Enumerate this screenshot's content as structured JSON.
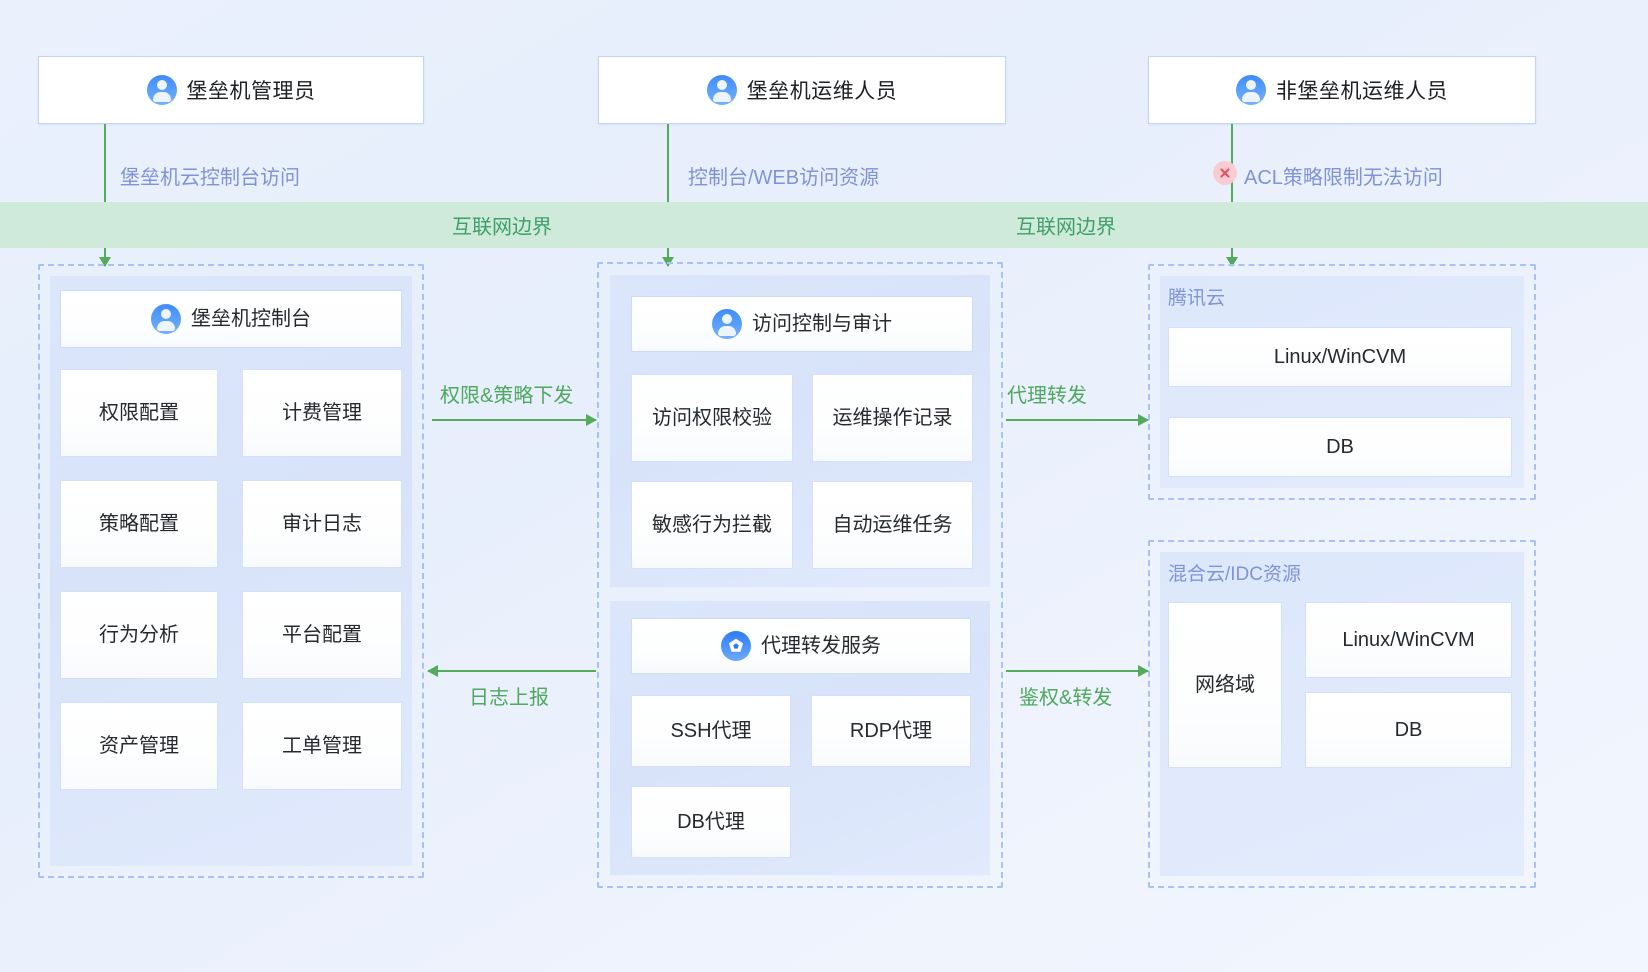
{
  "actors": [
    {
      "id": "admin",
      "label": "堡垒机管理员",
      "icon": "user-avatar-icon"
    },
    {
      "id": "bastion-ops",
      "label": "堡垒机运维人员",
      "icon": "user-avatar-icon"
    },
    {
      "id": "non-bastion",
      "label": "非堡垒机运维人员",
      "icon": "user-avatar-icon"
    }
  ],
  "top_flows": [
    {
      "id": "admin-flow",
      "label": "堡垒机云控制台访问",
      "blocked": false
    },
    {
      "id": "ops-flow",
      "label": "控制台/WEB访问资源",
      "blocked": false
    },
    {
      "id": "non-bastion-flow",
      "label": "ACL策略限制无法访问",
      "blocked": true,
      "badge_icon": "blocked-x-icon"
    }
  ],
  "boundary": {
    "label_left": "互联网边界",
    "label_right": "互联网边界",
    "color": "#cfeadb",
    "text_color": "#3f9e69"
  },
  "left_zone": {
    "header": {
      "label": "堡垒机控制台",
      "icon": "user-avatar-icon"
    },
    "cards": [
      "权限配置",
      "计费管理",
      "策略配置",
      "审计日志",
      "行为分析",
      "平台配置",
      "资产管理",
      "工单管理"
    ]
  },
  "middle_zone": {
    "group_a": {
      "header": {
        "label": "访问控制与审计",
        "icon": "user-avatar-icon"
      },
      "cards": [
        "访问权限校验",
        "运维操作记录",
        "敏感行为拦截",
        "自动运维任务"
      ]
    },
    "group_b": {
      "header": {
        "label": "代理转发服务",
        "icon": "proxy-forward-icon"
      },
      "cards": [
        "SSH代理",
        "RDP代理",
        "DB代理"
      ]
    }
  },
  "right_zones": [
    {
      "id": "tencent-cloud",
      "title": "腾讯云",
      "cards": [
        "Linux/WinCVM",
        "DB"
      ]
    },
    {
      "id": "hybrid-idc",
      "title": "混合云/IDC资源",
      "side_card": "网络域",
      "cards": [
        "Linux/WinCVM",
        "DB"
      ]
    }
  ],
  "middle_flows": [
    {
      "id": "policy-dispatch",
      "label": "权限&策略下发",
      "direction": "right"
    },
    {
      "id": "log-report",
      "label": "日志上报",
      "direction": "left"
    }
  ],
  "right_flows": [
    {
      "id": "proxy-forward",
      "label": "代理转发",
      "direction": "right"
    },
    {
      "id": "auth-forward",
      "label": "鉴权&转发",
      "direction": "right"
    }
  ],
  "colors": {
    "flow_green": "#54ab5c",
    "label_blue": "#7f93d8",
    "panel_blue": "#dbe6fb",
    "dash_blue": "#a8c2f4",
    "blocked_red": "#e0515f"
  }
}
